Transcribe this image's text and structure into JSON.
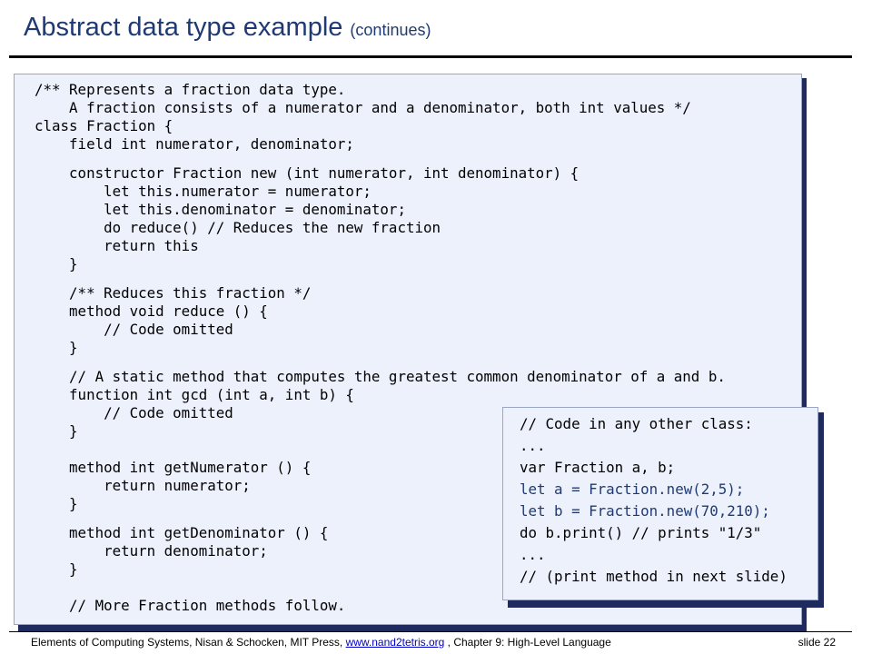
{
  "slide": {
    "title": "Abstract data type example",
    "subtitle": "(continues)"
  },
  "main_code": [
    "/** Represents a fraction data type.",
    "    A fraction consists of a numerator and a denominator, both int values */",
    "class Fraction {",
    "    field int numerator, denominator;",
    "    constructor Fraction new (int numerator, int denominator) {",
    "        let this.numerator = numerator;",
    "        let this.denominator = denominator;",
    "        do reduce() // Reduces the new fraction",
    "        return this",
    "    }",
    "    /** Reduces this fraction */",
    "    method void reduce () {",
    "        // Code omitted",
    "    }",
    "    // A static method that computes the greatest common denominator of a and b.",
    "    function int gcd (int a, int b) {",
    "        // Code omitted",
    "    }",
    "    method int getNumerator () {",
    "        return numerator;",
    "    }",
    "    method int getDenominator () {",
    "        return denominator;",
    "    }",
    "    // More Fraction methods follow."
  ],
  "side_code": [
    "// Code in any other class:",
    "...",
    "var Fraction a, b;",
    "let a = Fraction.new(2,5);",
    "let b = Fraction.new(70,210);",
    "do b.print() // prints \"1/3\"",
    "...",
    "// (print method in next slide)"
  ],
  "footer": {
    "prefix": "Elements of Computing Systems, Nisan & Schocken, MIT Press, ",
    "link": "www.nand2tetris.org",
    "suffix": " , Chapter 9: High-Level Language",
    "slide_number": "slide 22"
  }
}
